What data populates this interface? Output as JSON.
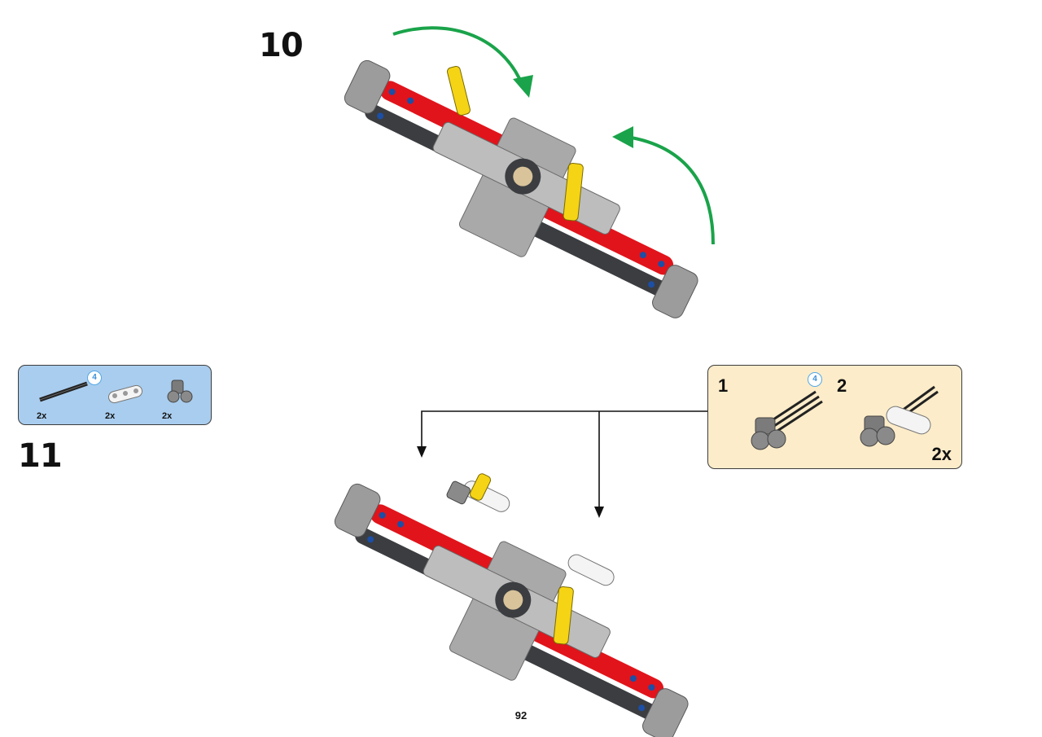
{
  "steps": [
    {
      "number": "10"
    },
    {
      "number": "11"
    }
  ],
  "parts_callout": {
    "axle_length_badge": "4",
    "items": [
      {
        "icon": "technic-axle-icon",
        "quantity": "2x"
      },
      {
        "icon": "technic-liftarm-icon",
        "quantity": "2x"
      },
      {
        "icon": "axle-pin-connector-icon",
        "quantity": "2x"
      }
    ]
  },
  "subassembly": {
    "step1_label": "1",
    "step2_label": "2",
    "axle_length_badge": "4",
    "quantity": "2x"
  },
  "page_number": "92",
  "colors": {
    "parts_box": "#a9cdee",
    "subassembly_box": "#fcecc9",
    "rotation_arrow": "#1aa34a",
    "red_beam": "#e1141b",
    "yellow_part": "#f5d416",
    "gray_frame": "#a0a0a0",
    "dark_beam": "#3b3d40",
    "blue_pin": "#1c4fa5"
  }
}
